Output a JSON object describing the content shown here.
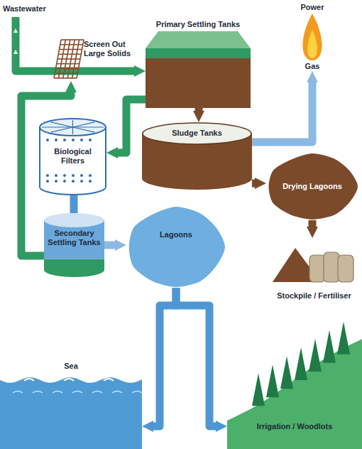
{
  "diagram": {
    "nodes": [
      {
        "text": [
          "Screen Out Large Solids"
        ]
      },
      {
        "text": [
          "Primary Settling Tanks"
        ]
      },
      {
        "text": [
          "Power",
          "Gas"
        ]
      },
      {
        "text": [
          "Sludge Tanks"
        ]
      },
      {
        "text": [
          "Biological Filters"
        ]
      },
      {
        "text": [
          "Drying Lagoons"
        ]
      },
      {
        "text": [
          "Secondary Settling Tanks"
        ]
      },
      {
        "text": [
          "Lagoons"
        ]
      },
      {
        "text": [
          "Stockpile / Fertiliser"
        ]
      },
      {
        "text": [
          "Sea"
        ]
      },
      {
        "text": [
          "Irrigation / Woodlots"
        ]
      }
    ],
    "edges": [
      {
        "from": 0,
        "to": 1,
        "arrow": "to"
      },
      {
        "from": 1,
        "to": 3,
        "arrow": "to"
      },
      {
        "from": 1,
        "to": 4,
        "arrow": "to"
      },
      {
        "from": 4,
        "to": 6,
        "arrow": "none"
      },
      {
        "from": 6,
        "to": 0,
        "arrow": "to"
      },
      {
        "from": 6,
        "to": 7,
        "arrow": "to"
      },
      {
        "from": 3,
        "to": 2,
        "arrow": "to"
      },
      {
        "from": 3,
        "to": 5,
        "arrow": "to"
      },
      {
        "from": 5,
        "to": 8,
        "arrow": "to"
      },
      {
        "from": 7,
        "to": 9,
        "arrow": "to"
      },
      {
        "from": 7,
        "to": 10,
        "arrow": "to"
      }
    ],
    "labels": [
      "Wastewater"
    ]
  }
}
